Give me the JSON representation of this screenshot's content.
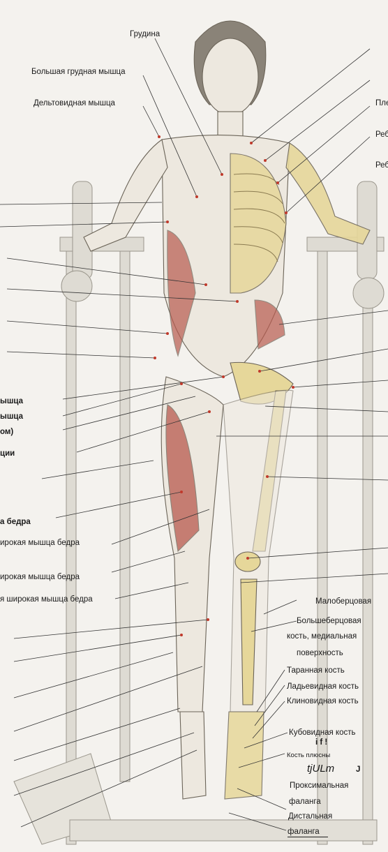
{
  "labels": {
    "sternum": "Грудина",
    "pectoralis_major": "Большая грудная мышца",
    "deltoid": "Дельтовидная мышца",
    "shoulder_cut": "Пле",
    "rib_cut_1": "Реб",
    "rib_cut_2": "Реб",
    "left_muscle_1": "ышца",
    "left_muscle_2": "ышца",
    "left_muscle_3": "ом)",
    "left_muscle_4": "ции",
    "left_thigh": "а бедра",
    "vastus_1": "ирокая мышца бедра",
    "vastus_2": "ирокая мышца бедра",
    "vastus_3": "я широкая мышца бедра",
    "fibula": "Малоберцовая",
    "tibia_1": "Большеберцовая",
    "tibia_2": "кость, медиальная",
    "tibia_3": "поверхность",
    "talus": "Таранная кость",
    "navicular": "Ладьевидная кость",
    "cuneiform": "Клиновидная кость",
    "cuboid": "Кубовидная кость",
    "scan_noise_1": "i f !",
    "metatarsal": "Кость плюсны",
    "scan_noise_2": "tjULm",
    "scan_noise_3": "J",
    "proximal_1": "Проксимальная",
    "proximal_2": "фаланга",
    "distal_1": "Дистальная",
    "distal_2": "фаланга"
  },
  "colors": {
    "bone": "#e6d79a",
    "muscle_red": "#b85a4e",
    "skin": "#ede8df",
    "line": "#333333"
  }
}
